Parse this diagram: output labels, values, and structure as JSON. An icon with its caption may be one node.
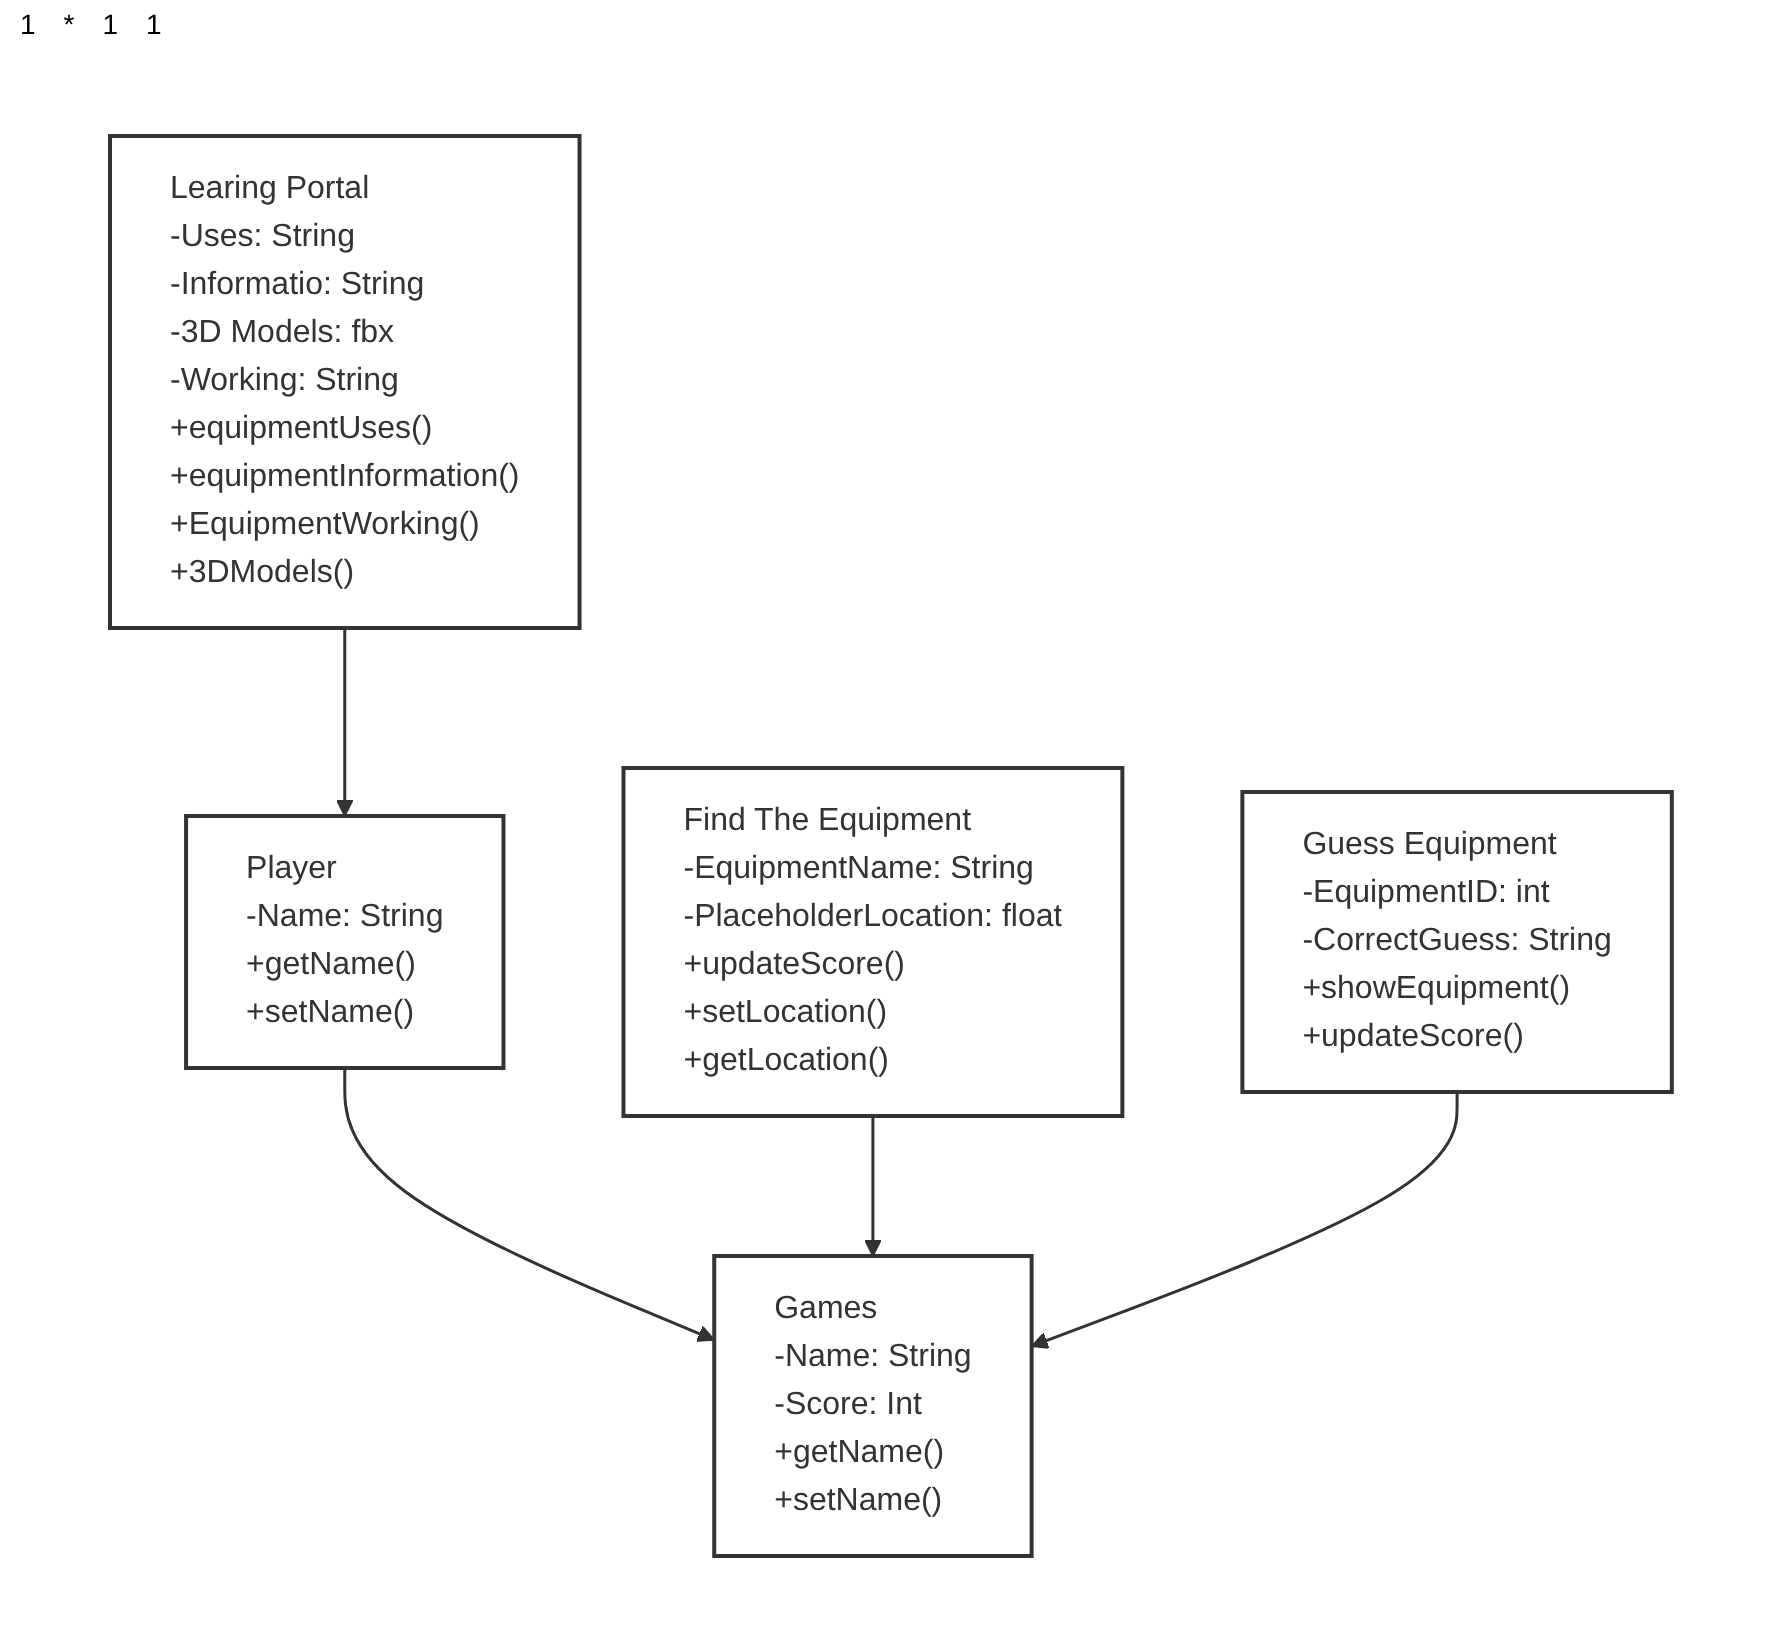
{
  "diagram": {
    "nodes": [
      {
        "text": [
          "Player",
          "-Name: String",
          "+getName()",
          "+setName()"
        ]
      },
      {
        "text": [
          "Find The Equipment",
          "-EquipmentName: String",
          "-PlaceholderLocation: float",
          "+updateScore()",
          "+setLocation()",
          "+getLocation()"
        ]
      },
      {
        "text": [
          "Games",
          "-Name: String",
          "-Score: Int",
          "+getName()",
          "+setName()"
        ]
      },
      {
        "text": [
          "Learing Portal",
          "-Uses: String",
          "-Informatio: String",
          "-3D Models: fbx",
          "-Working: String",
          "+equipmentUses()",
          "+equipmentInformation()",
          "+EquipmentWorking()",
          "+3DModels()"
        ]
      },
      {
        "text": [
          "Guess Equipment",
          "-EquipmentID: int",
          "-CorrectGuess: String",
          "+showEquipment()",
          "+updateScore()"
        ]
      }
    ],
    "edges": [
      {
        "from": 0,
        "to": 2,
        "arrow": "to"
      },
      {
        "from": 1,
        "to": 2,
        "arrow": "to"
      },
      {
        "from": 3,
        "to": 0,
        "arrow": "to"
      },
      {
        "from": 4,
        "to": 2,
        "arrow": "to"
      }
    ],
    "labels": [
      "1",
      "*",
      "1",
      "1"
    ]
  }
}
